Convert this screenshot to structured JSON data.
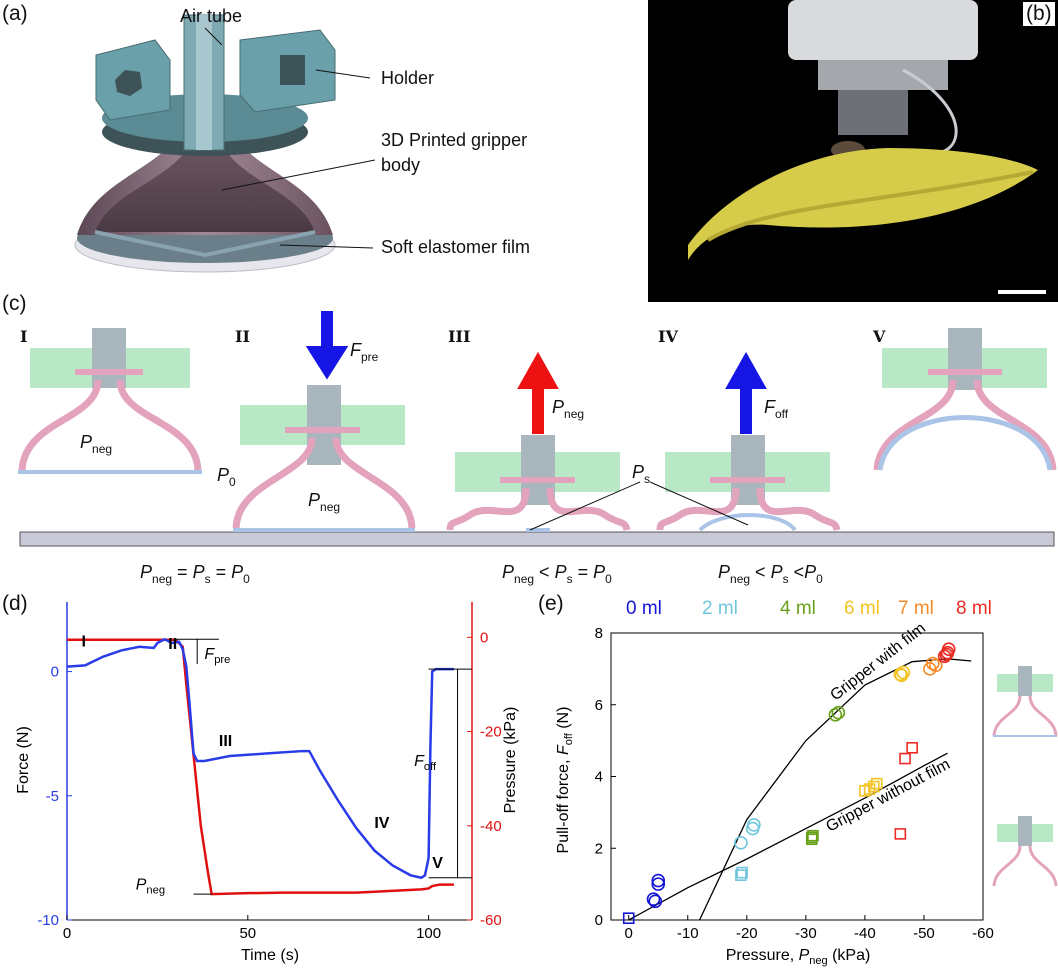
{
  "panels": {
    "a": "(a)",
    "b": "(b)",
    "c": "(c)",
    "d": "(d)",
    "e": "(e)"
  },
  "panel_a": {
    "labels": [
      "Air tube",
      "Holder",
      "3D Printed gripper",
      "body",
      "Soft elastomer film"
    ]
  },
  "panel_c": {
    "stages": [
      "I",
      "II",
      "III",
      "IV",
      "V"
    ],
    "symbols": {
      "pneg": "P",
      "neg": "neg",
      "p0": "P",
      "zero": "0",
      "ps": "P",
      "s": "s",
      "fpre": "F",
      "pre": "pre",
      "foff": "F",
      "off": "off"
    },
    "equations": [
      {
        "a": "P",
        "a_sub": "neg",
        "op1": " = ",
        "b": "P",
        "b_sub": "s",
        "op2": " = ",
        "c": "P",
        "c_sub": "0"
      },
      {
        "a": "P",
        "a_sub": "neg",
        "op1": " < ",
        "b": "P",
        "b_sub": "s",
        "op2": " = ",
        "c": "P",
        "c_sub": "0"
      },
      {
        "a": "P",
        "a_sub": "neg",
        "op1": " < ",
        "b": "P",
        "b_sub": "s",
        "op2": " <",
        "c": "P",
        "c_sub": "0"
      }
    ],
    "colors": {
      "holder": "#b9e8c7",
      "tube": "#aab6bd",
      "body": "#e3a3bd",
      "film": "#a9c4e7",
      "substrate": "#c9c9d8"
    }
  },
  "chart_data": [
    {
      "type": "line",
      "panel": "d",
      "xlabel": "Time (s)",
      "ylabel_left": "Force (N)",
      "ylabel_right": "Pressure (kPa)",
      "x_ticks": [
        0,
        50,
        100
      ],
      "y_left_ticks": [
        0,
        -5,
        -10
      ],
      "y_left_tick_labels": [
        "0",
        "-5",
        "-10"
      ],
      "y_right_ticks": [
        0,
        -20,
        -40,
        -60
      ],
      "y_right_tick_labels": [
        "0",
        "-20",
        "-40",
        "-60"
      ],
      "xlim": [
        0,
        112
      ],
      "ylim_left": [
        -10,
        2.8
      ],
      "ylim_right": [
        -60,
        7.5
      ],
      "stage_labels": [
        "I",
        "II",
        "III",
        "IV",
        "V"
      ],
      "annotations": {
        "fpre": "F",
        "fpre_sub": "pre",
        "foff": "F",
        "foff_sub": "off",
        "pneg": "P",
        "pneg_sub": "neg"
      },
      "series": [
        {
          "name": "Force",
          "color": "#2a3be8",
          "x": [
            0,
            5,
            10,
            15,
            20,
            24,
            25,
            27,
            29,
            31,
            32,
            33,
            34,
            35,
            36,
            38,
            45,
            55,
            65,
            67,
            70,
            75,
            80,
            85,
            90,
            95,
            98,
            99,
            100,
            100.5,
            101,
            102,
            107
          ],
          "y": [
            0.2,
            0.25,
            0.6,
            0.85,
            1.0,
            0.95,
            1.15,
            1.3,
            1.15,
            1.2,
            0.9,
            0.2,
            -1.5,
            -3.3,
            -3.6,
            -3.6,
            -3.4,
            -3.3,
            -3.2,
            -3.2,
            -4.0,
            -5.2,
            -6.3,
            -7.2,
            -7.8,
            -8.2,
            -8.3,
            -8.2,
            -7.5,
            -3,
            0,
            0.1,
            0.1
          ]
        },
        {
          "name": "Pressure",
          "color": "#e01010",
          "x": [
            0,
            10,
            20,
            30,
            32,
            33,
            35,
            37,
            39,
            40,
            50,
            60,
            80,
            98,
            100,
            101,
            103,
            107
          ],
          "y": [
            -0.5,
            -0.5,
            -0.5,
            -0.5,
            -2,
            -10,
            -25,
            -40,
            -50,
            -54.5,
            -54.3,
            -54.2,
            -54.2,
            -53.5,
            -53.3,
            -52.8,
            -52.5,
            -52.5
          ]
        }
      ]
    },
    {
      "type": "scatter",
      "panel": "e",
      "xlabel": "Pressure, ",
      "xlabel_var": "P",
      "xlabel_sub": "neg",
      "xlabel_unit": " (kPa)",
      "ylabel": "Pull-off force, ",
      "ylabel_var": "F",
      "ylabel_sub": "off",
      "ylabel_unit": " (N)",
      "x_ticks": [
        0,
        -10,
        -20,
        -30,
        -40,
        -50,
        -60
      ],
      "x_tick_labels": [
        "0",
        "-10",
        "-20",
        "-30",
        "-40",
        "-50",
        "-60"
      ],
      "y_ticks": [
        0,
        2,
        4,
        6,
        8
      ],
      "y_tick_labels": [
        "0",
        "2",
        "4",
        "6",
        "8"
      ],
      "xlim": [
        3,
        -60
      ],
      "ylim": [
        0,
        8
      ],
      "legend": [
        {
          "label": "0 ml",
          "color": "#1515d6"
        },
        {
          "label": "2 ml",
          "color": "#6fc6dd"
        },
        {
          "label": "4 ml",
          "color": "#6aa11a"
        },
        {
          "label": "6 ml",
          "color": "#f2c322"
        },
        {
          "label": "7 ml",
          "color": "#f58a2a"
        },
        {
          "label": "8 ml",
          "color": "#ea2b24"
        }
      ],
      "curve_labels": [
        "Gripper with film",
        "Gripper without film"
      ],
      "fits": [
        {
          "name": "with film",
          "x": [
            -12,
            -20,
            -30,
            -40,
            -48,
            -54,
            -58
          ],
          "y": [
            0,
            2.8,
            5.0,
            6.55,
            7.2,
            7.28,
            7.22
          ]
        },
        {
          "name": "without film",
          "x": [
            0,
            -10,
            -20,
            -30,
            -40,
            -50,
            -54
          ],
          "y": [
            0,
            0.9,
            1.7,
            2.55,
            3.4,
            4.3,
            4.65
          ]
        }
      ],
      "series": [
        {
          "name": "0 ml",
          "color": "#1515d6",
          "marker": "circle",
          "points": [
            [
              -5,
              1.1
            ],
            [
              -5,
              1.0
            ],
            [
              -4.5,
              0.52
            ],
            [
              -4.2,
              0.58
            ]
          ]
        },
        {
          "name": "0 ml",
          "color": "#1515d6",
          "marker": "square",
          "points": [
            [
              0,
              0.05
            ]
          ]
        },
        {
          "name": "2 ml",
          "color": "#6fc6dd",
          "marker": "circle",
          "points": [
            [
              -19,
              2.15
            ],
            [
              -21,
              2.55
            ],
            [
              -21.2,
              2.65
            ]
          ]
        },
        {
          "name": "2 ml",
          "color": "#6fc6dd",
          "marker": "square",
          "points": [
            [
              -19,
              1.25
            ],
            [
              -19.2,
              1.32
            ]
          ]
        },
        {
          "name": "4 ml",
          "color": "#6aa11a",
          "marker": "circle",
          "points": [
            [
              -35,
              5.72
            ],
            [
              -35.5,
              5.78
            ]
          ]
        },
        {
          "name": "4 ml",
          "color": "#6aa11a",
          "marker": "square",
          "points": [
            [
              -31,
              2.25
            ],
            [
              -31.2,
              2.35
            ],
            [
              -31,
              2.3
            ]
          ]
        },
        {
          "name": "6 ml",
          "color": "#f2c322",
          "marker": "circle",
          "points": [
            [
              -46,
              6.85
            ],
            [
              -46.5,
              6.9
            ],
            [
              -46.2,
              6.82
            ]
          ]
        },
        {
          "name": "6 ml",
          "color": "#f2c322",
          "marker": "square",
          "points": [
            [
              -40,
              3.6
            ],
            [
              -40.8,
              3.65
            ],
            [
              -41.5,
              3.72
            ],
            [
              -42,
              3.8
            ]
          ]
        },
        {
          "name": "7 ml",
          "color": "#f58a2a",
          "marker": "circle",
          "points": [
            [
              -51,
              7.0
            ],
            [
              -51.5,
              7.15
            ],
            [
              -52,
              7.1
            ]
          ]
        },
        {
          "name": "8 ml",
          "color": "#ea2b24",
          "marker": "circle",
          "points": [
            [
              -53.5,
              7.35
            ],
            [
              -54,
              7.45
            ],
            [
              -54.2,
              7.55
            ],
            [
              -53.8,
              7.4
            ]
          ]
        },
        {
          "name": "8 ml",
          "color": "#ea2b24",
          "marker": "square",
          "points": [
            [
              -46,
              2.4
            ],
            [
              -46.8,
              4.5
            ],
            [
              -48,
              4.8
            ]
          ]
        }
      ]
    }
  ]
}
